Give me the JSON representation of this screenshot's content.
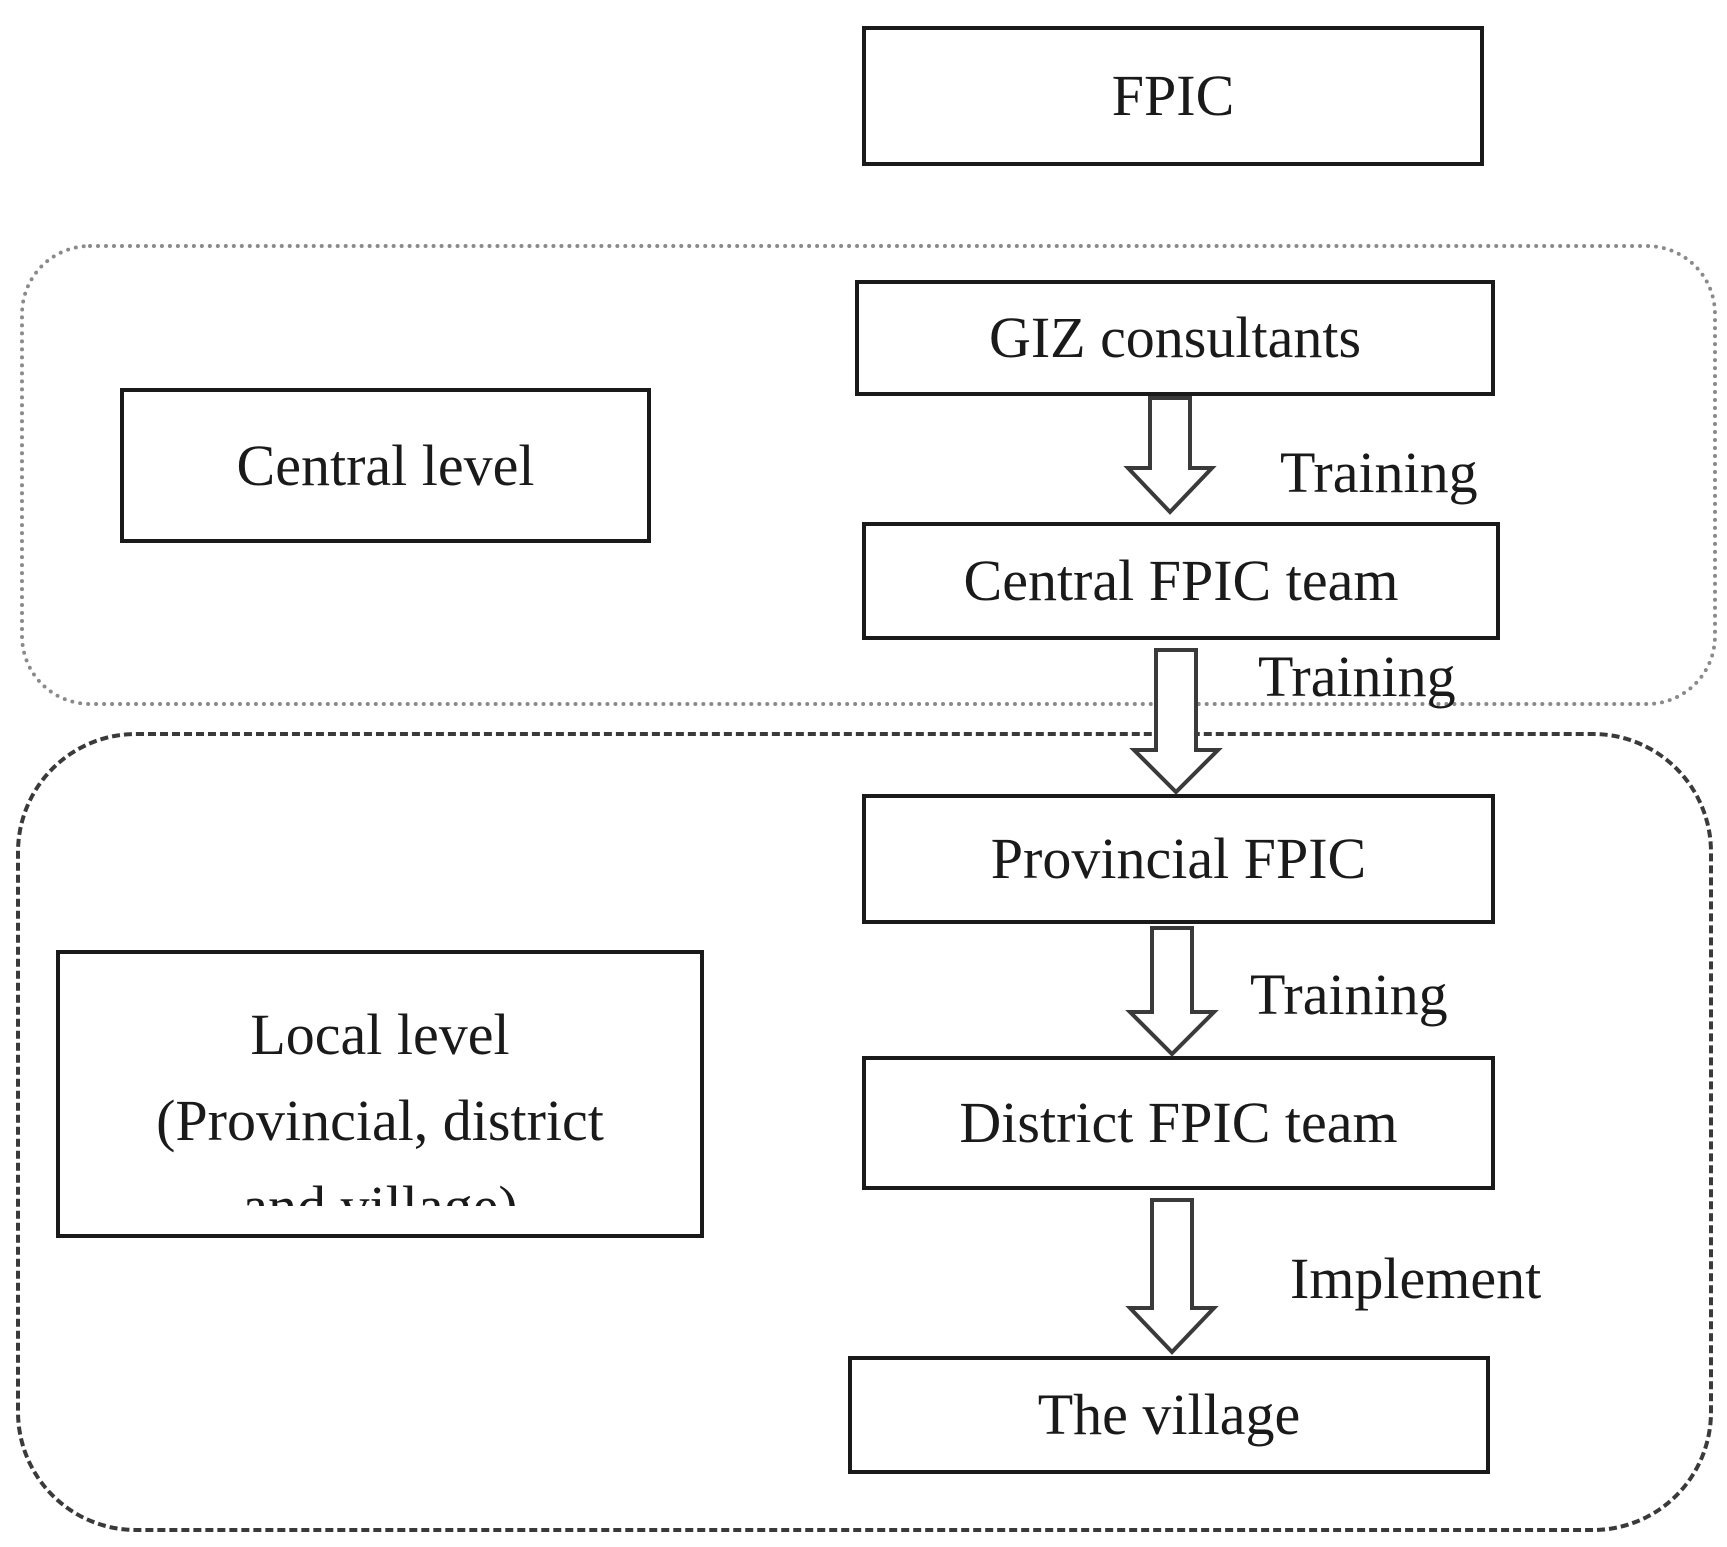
{
  "diagram": {
    "top_box": "FPIC",
    "central_group": {
      "label": "Central level"
    },
    "local_group": {
      "label_lines": [
        "Local level",
        "(Provincial, district",
        "and village)"
      ]
    },
    "nodes": {
      "giz": "GIZ consultants",
      "central_team": "Central FPIC team",
      "provincial": "Provincial FPIC",
      "district": "District FPIC team",
      "village": "The village"
    },
    "edges": [
      {
        "from": "GIZ consultants",
        "to": "Central FPIC team",
        "label": "Training"
      },
      {
        "from": "Central FPIC team",
        "to": "Provincial FPIC",
        "label": "Training"
      },
      {
        "from": "Provincial FPIC",
        "to": "District FPIC team",
        "label": "Training"
      },
      {
        "from": "District FPIC team",
        "to": "The village",
        "label": "Implement"
      }
    ]
  }
}
